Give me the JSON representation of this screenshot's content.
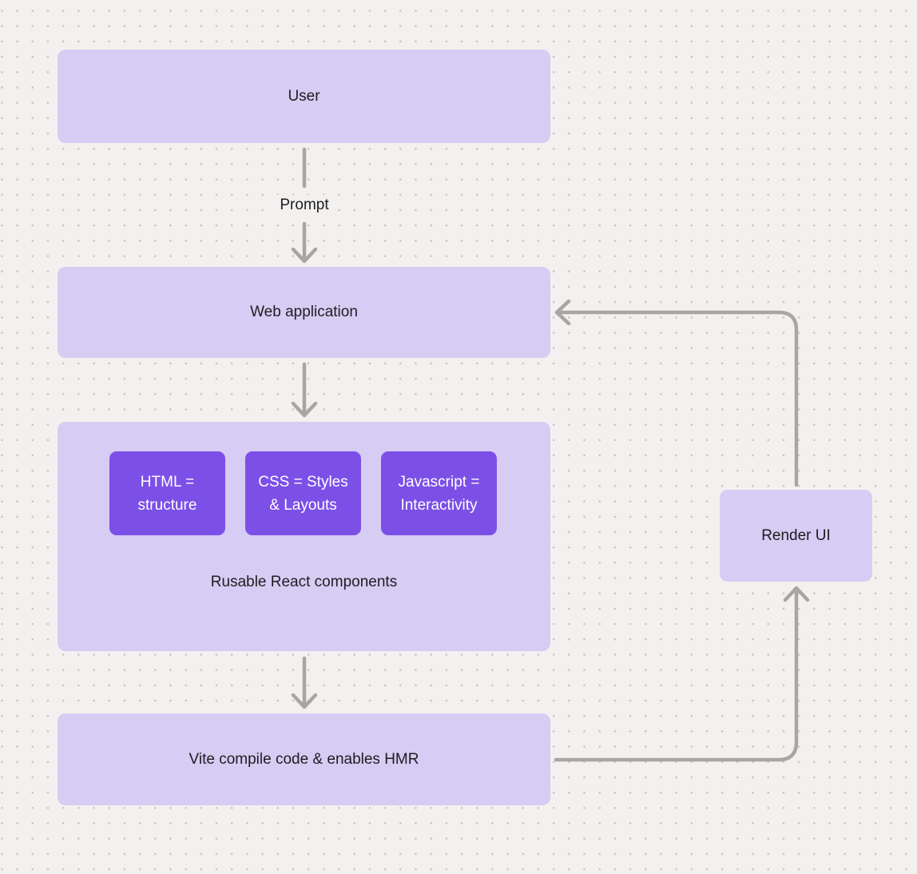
{
  "colors": {
    "canvas_bg": "#f2f1ef",
    "grid_dot": "#c7c4c1",
    "node_fill": "#d7ccf3",
    "chip_fill": "#7c4fe7",
    "connector": "#a8a6a4",
    "text_dark": "#1e1d21",
    "text_light": "#ffffff"
  },
  "nodes": {
    "user": {
      "label": "User"
    },
    "web_application": {
      "label": "Web application"
    },
    "components_group": {
      "caption": "Rusable React components"
    },
    "chips": [
      {
        "lines": [
          "HTML =",
          "structure"
        ]
      },
      {
        "lines": [
          "CSS = Styles",
          "& Layouts"
        ]
      },
      {
        "lines": [
          "Javascript =",
          "Interactivity"
        ]
      }
    ],
    "vite": {
      "label": "Vite compile code & enables HMR"
    },
    "render_ui": {
      "label": "Render UI"
    }
  },
  "edges": {
    "prompt_label": "Prompt"
  }
}
